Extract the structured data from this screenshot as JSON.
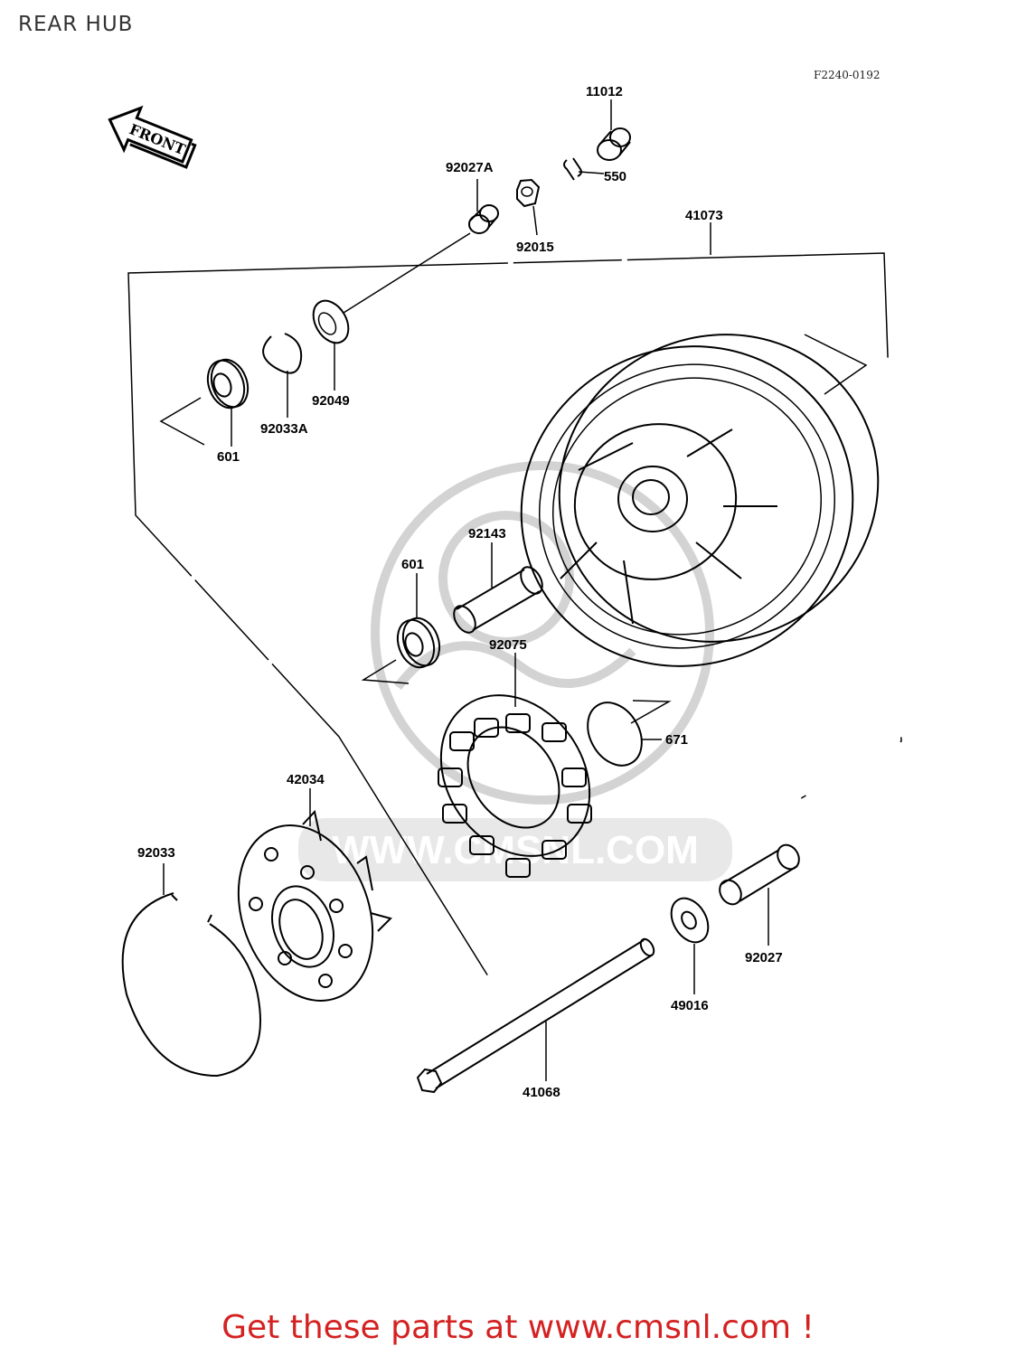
{
  "page": {
    "title": "REAR HUB",
    "figure_code": "F2240-0192",
    "footer": "Get these parts at www.cmsnl.com !"
  },
  "arrow": {
    "label": "FRONT"
  },
  "watermark": {
    "text": "WWW.CMSNL.COM"
  },
  "parts": {
    "p11012": "11012",
    "p550": "550",
    "p92027A": "92027A",
    "p92015": "92015",
    "p41073": "41073",
    "p92049": "92049",
    "p92033A": "92033A",
    "p601a": "601",
    "p92143": "92143",
    "p601b": "601",
    "p92075": "92075",
    "p671": "671",
    "p42034": "42034",
    "p92033": "92033",
    "p92027": "92027",
    "p49016": "49016",
    "p41068": "41068"
  }
}
